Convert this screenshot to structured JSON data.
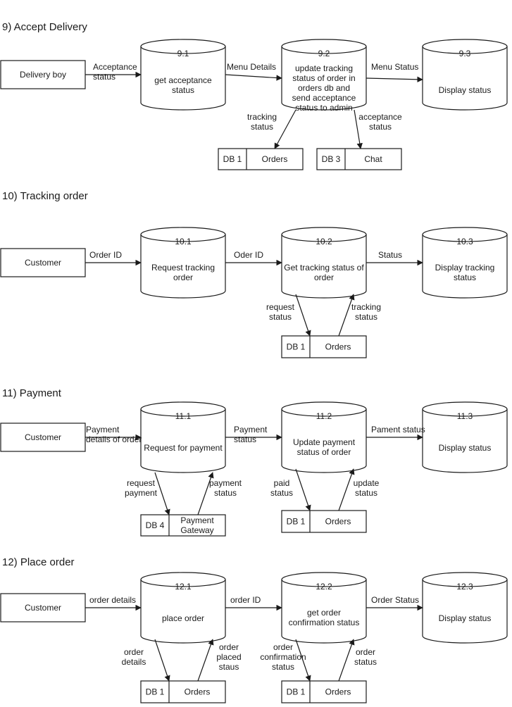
{
  "sections": [
    {
      "title": "9) Accept Delivery",
      "entity": "Delivery boy",
      "processes": [
        {
          "id": "9.1",
          "lines": [
            "get acceptance",
            "status"
          ]
        },
        {
          "id": "9.2",
          "lines": [
            "update tracking",
            "status of order in",
            "orders db and",
            "send acceptance",
            "status to admin"
          ]
        },
        {
          "id": "9.3",
          "lines": [
            "Display status"
          ]
        }
      ],
      "flows": [
        {
          "lines": [
            "Acceptance",
            "status"
          ]
        },
        {
          "lines": [
            "Menu Details"
          ]
        },
        {
          "lines": [
            "Menu Status"
          ]
        },
        {
          "lines": [
            "tracking",
            "status"
          ]
        },
        {
          "lines": [
            "acceptance",
            "status"
          ]
        }
      ],
      "stores": [
        {
          "id": "DB 1",
          "name": [
            "Orders"
          ]
        },
        {
          "id": "DB 3",
          "name": [
            "Chat"
          ]
        }
      ]
    },
    {
      "title": "10) Tracking order",
      "entity": "Customer",
      "processes": [
        {
          "id": "10.1",
          "lines": [
            "Request tracking",
            "order"
          ]
        },
        {
          "id": "10.2",
          "lines": [
            "Get tracking status of",
            "order"
          ]
        },
        {
          "id": "10.3",
          "lines": [
            "Display tracking",
            "status"
          ]
        }
      ],
      "flows": [
        {
          "lines": [
            "Order ID"
          ]
        },
        {
          "lines": [
            "Oder ID"
          ]
        },
        {
          "lines": [
            "Status"
          ]
        },
        {
          "lines": [
            "request",
            "status"
          ]
        },
        {
          "lines": [
            "tracking",
            "status"
          ]
        }
      ],
      "stores": [
        {
          "id": "DB 1",
          "name": [
            "Orders"
          ]
        }
      ]
    },
    {
      "title": "11) Payment",
      "entity": "Customer",
      "processes": [
        {
          "id": "11.1",
          "lines": [
            "Request for payment"
          ]
        },
        {
          "id": "11.2",
          "lines": [
            "Update payment",
            "status of order"
          ]
        },
        {
          "id": "11.3",
          "lines": [
            "Display status"
          ]
        }
      ],
      "flows": [
        {
          "lines": [
            "Payment",
            "details of order"
          ]
        },
        {
          "lines": [
            "Payment",
            "status"
          ]
        },
        {
          "lines": [
            "Pament status"
          ]
        },
        {
          "lines": [
            "request",
            "payment"
          ]
        },
        {
          "lines": [
            "payment",
            "status"
          ]
        },
        {
          "lines": [
            "paid",
            "status"
          ]
        },
        {
          "lines": [
            "update",
            "status"
          ]
        }
      ],
      "stores": [
        {
          "id": "DB 4",
          "name": [
            "Payment",
            "Gateway"
          ]
        },
        {
          "id": "DB 1",
          "name": [
            "Orders"
          ]
        }
      ]
    },
    {
      "title": "12) Place order",
      "entity": "Customer",
      "processes": [
        {
          "id": "12.1",
          "lines": [
            "place order"
          ]
        },
        {
          "id": "12.2",
          "lines": [
            "get order",
            "confirmation status"
          ]
        },
        {
          "id": "12.3",
          "lines": [
            "Display status"
          ]
        }
      ],
      "flows": [
        {
          "lines": [
            "order details"
          ]
        },
        {
          "lines": [
            "order ID"
          ]
        },
        {
          "lines": [
            "Order Status"
          ]
        },
        {
          "lines": [
            "order",
            "details"
          ]
        },
        {
          "lines": [
            "order",
            "placed",
            "staus"
          ]
        },
        {
          "lines": [
            "order",
            "confirmation",
            "status"
          ]
        },
        {
          "lines": [
            "order",
            "status"
          ]
        }
      ],
      "stores": [
        {
          "id": "DB 1",
          "name": [
            "Orders"
          ]
        },
        {
          "id": "DB 1",
          "name": [
            "Orders"
          ]
        }
      ]
    }
  ]
}
